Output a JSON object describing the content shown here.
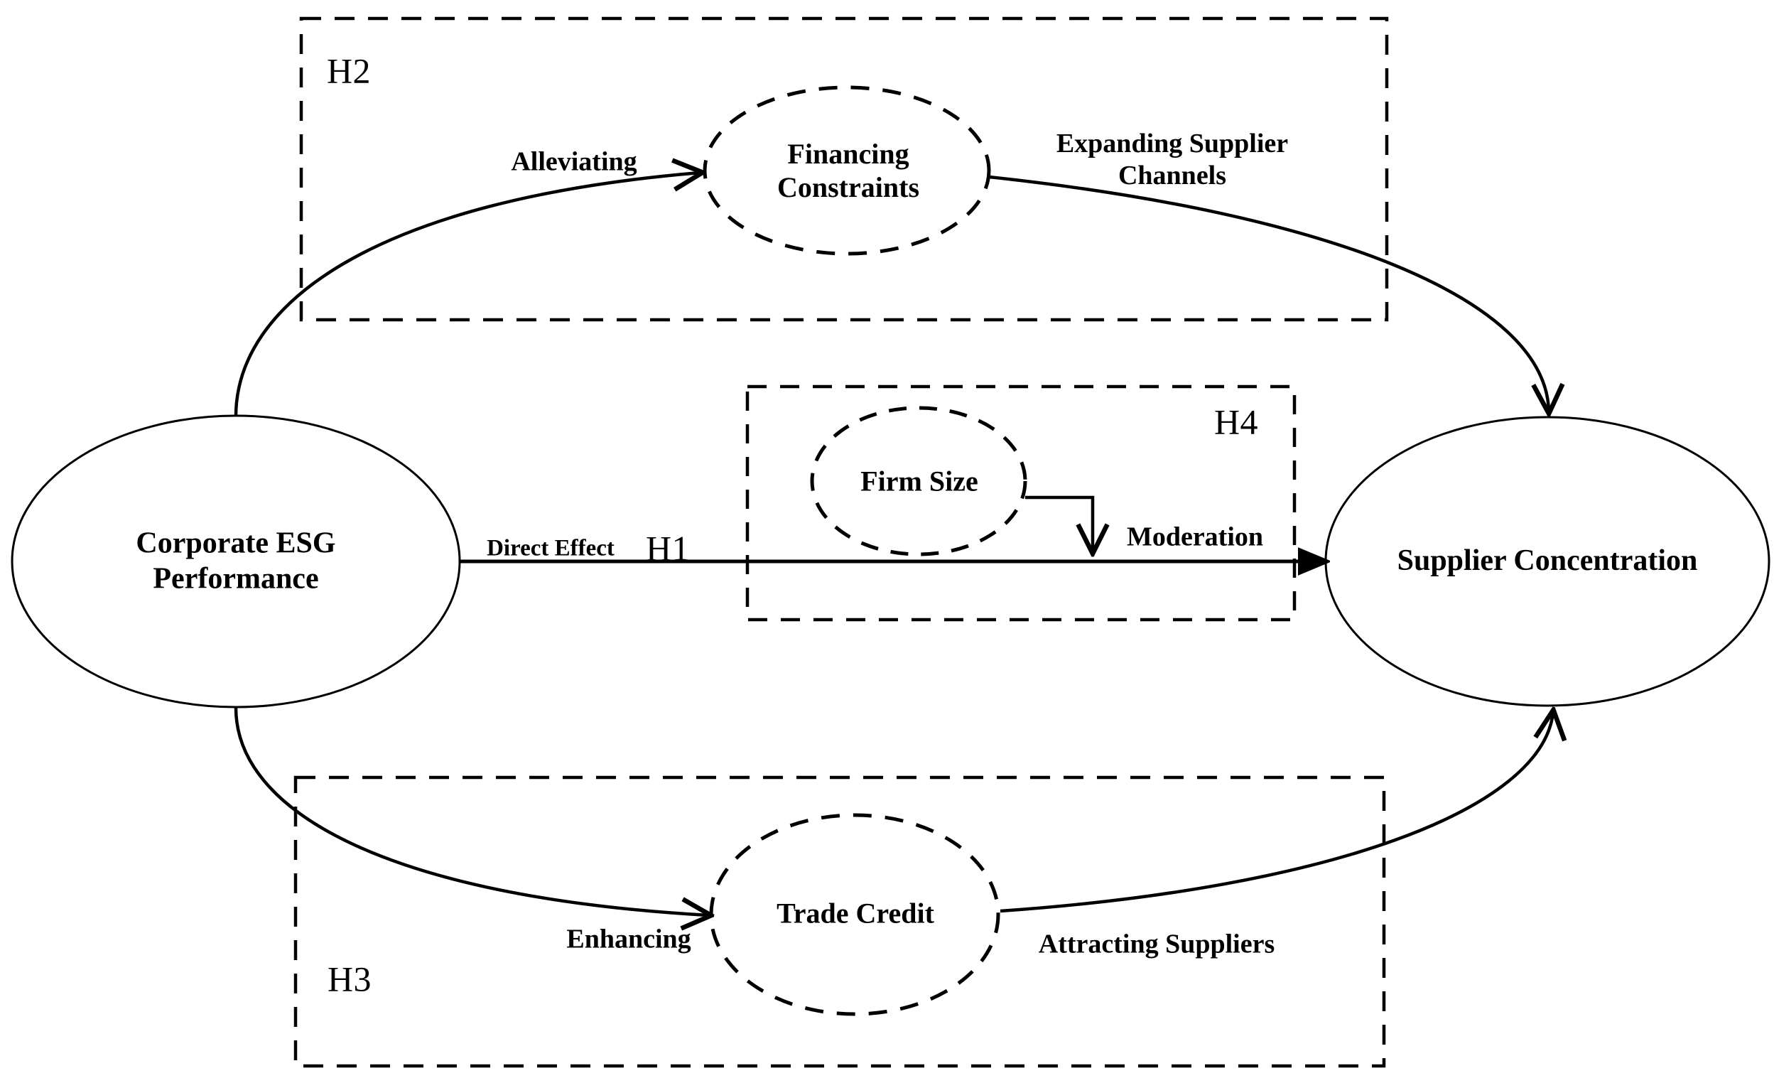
{
  "diagram": {
    "title": "Corporate ESG Performance and Supplier Concentration Research Framework",
    "colors": {
      "stroke": "#000000",
      "background": "#ffffff",
      "text": "#000000"
    },
    "nodes": {
      "independent": {
        "label": "Corporate ESG\nPerformance",
        "shape": "ellipse",
        "border": "solid"
      },
      "dependent": {
        "label": "Supplier Concentration",
        "shape": "ellipse",
        "border": "solid"
      },
      "mediator_top": {
        "label": "Financing\nConstraints",
        "shape": "ellipse",
        "border": "dashed"
      },
      "mediator_bottom": {
        "label": "Trade Credit",
        "shape": "ellipse",
        "border": "dashed"
      },
      "moderator": {
        "label": "Firm Size",
        "shape": "ellipse",
        "border": "dashed"
      }
    },
    "hypotheses": {
      "h1": "H1",
      "h2": "H2",
      "h3": "H3",
      "h4": "H4"
    },
    "edges": {
      "direct_effect": "Direct Effect",
      "alleviating": "Alleviating",
      "expanding_supplier_channels": "Expanding Supplier\nChannels",
      "enhancing": "Enhancing",
      "attracting_suppliers": "Attracting Suppliers",
      "moderation": "Moderation"
    }
  }
}
